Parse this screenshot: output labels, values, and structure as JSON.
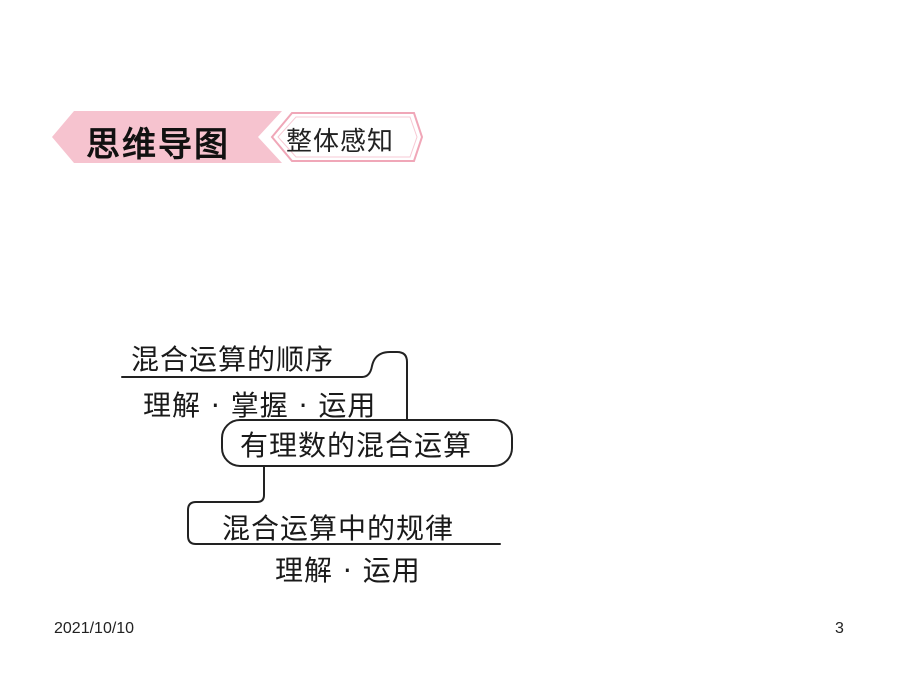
{
  "header": {
    "title": "思维导图",
    "subtitle": "整体感知",
    "title_bg_color": "#f6c3cf",
    "subtitle_border_color": "#f0a7b8"
  },
  "mind_map": {
    "center": "有理数的混合运算",
    "branch_top": {
      "title": "混合运算的顺序",
      "note": "理解 · 掌握 · 运用"
    },
    "branch_bottom": {
      "title": "混合运算中的规律",
      "note": "理解 · 运用"
    }
  },
  "footer": {
    "date": "2021/10/10",
    "page_number": "3"
  }
}
